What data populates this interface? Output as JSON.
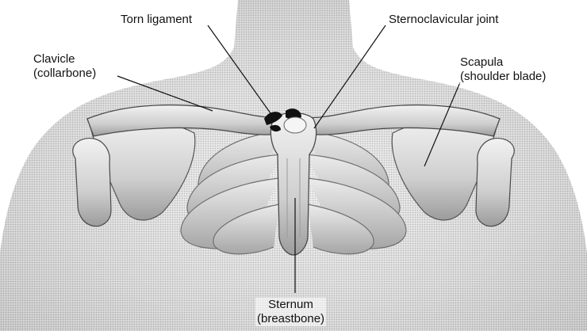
{
  "labels": {
    "torn_ligament": "Torn ligament",
    "sternoclavicular_joint": "Sternoclavicular joint",
    "clavicle": {
      "line1": "Clavicle",
      "line2": "(collarbone)"
    },
    "scapula": {
      "line1": "Scapula",
      "line2": "(shoulder blade)"
    },
    "sternum": {
      "line1": "Sternum",
      "line2": "(breastbone)"
    }
  },
  "colors": {
    "skin": "#b9b9b9",
    "bone": "#d8d8d8",
    "bone_shadow": "#8a8a8a",
    "injury": "#111111",
    "leader_line": "#111111"
  }
}
